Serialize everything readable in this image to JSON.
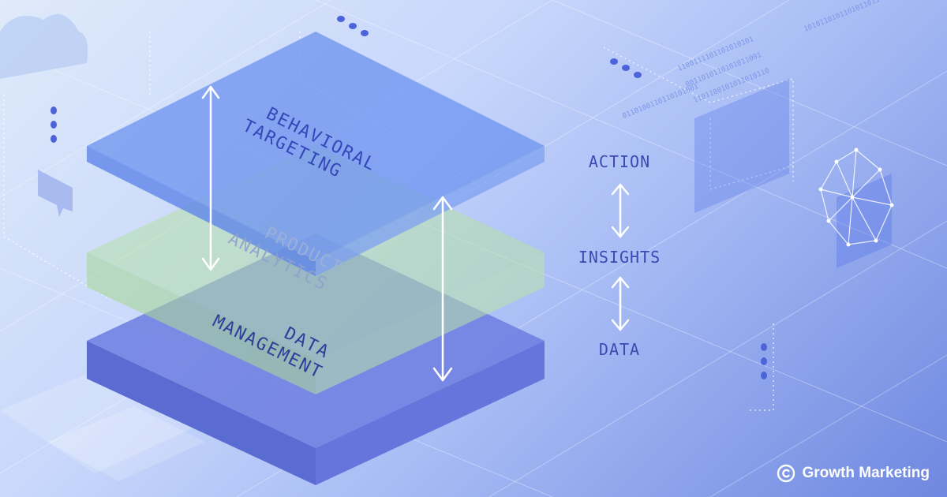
{
  "layers": {
    "top": [
      "BEHAVIORAL",
      "TARGETING"
    ],
    "middle": [
      "PRODUCT",
      "ANALYTICS"
    ],
    "bottom": [
      "DATA",
      "MANAGEMENT"
    ]
  },
  "flow": {
    "top": "ACTION",
    "middle": "INSIGHTS",
    "bottom": "DATA"
  },
  "binary_rows": [
    "1100111101101010101",
    "0011010110101011001",
    "1101100101011010110",
    "0110100110110101001",
    "1010110101101011011"
  ],
  "brand": {
    "name": "Growth Marketing",
    "icon": "c-circle-logo-icon"
  },
  "colors": {
    "top_layer": "#6f95f0",
    "middle_layer": "#a8d8a0",
    "bottom_layer": "#5d6ed8",
    "label_text": "#3b49b0"
  }
}
